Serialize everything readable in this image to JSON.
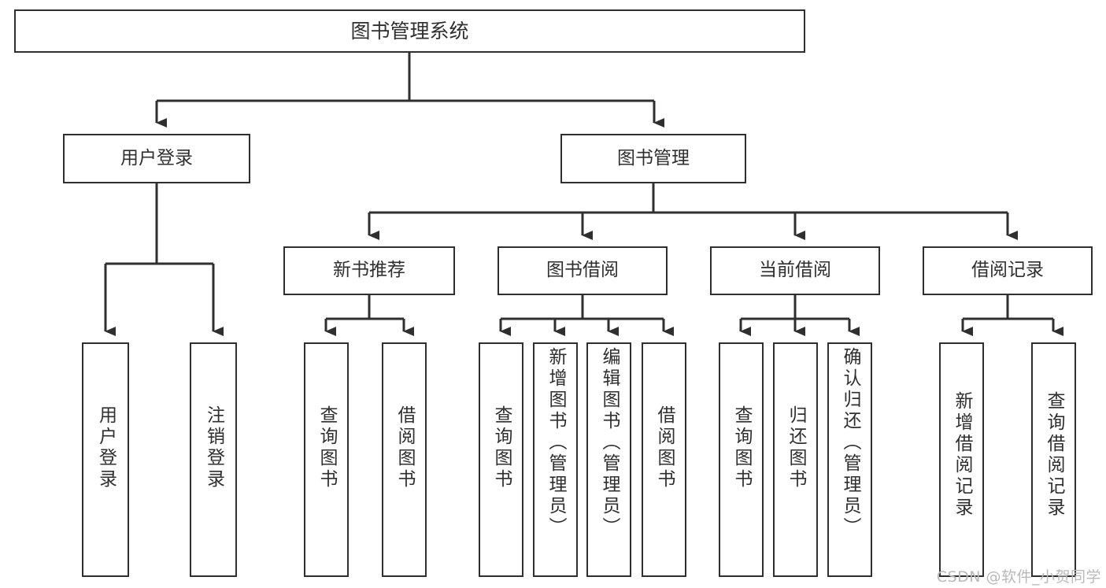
{
  "diagram": {
    "title": "图书管理系统",
    "type": "功能结构图",
    "watermark": "CSDN @软件_小贺同学",
    "colors": {
      "box_border": "#2f2f2f",
      "box_fill": "#ffffff",
      "text": "#2f2f2f",
      "connector": "#2f2f2f",
      "background": "#ffffff",
      "watermark": "#b9b9b9"
    },
    "root": {
      "label": "图书管理系统"
    },
    "level2": [
      {
        "id": "user-login",
        "label": "用户登录"
      },
      {
        "id": "book-manage",
        "label": "图书管理"
      }
    ],
    "level3": [
      {
        "id": "new-book-recommend",
        "label": "新书推荐"
      },
      {
        "id": "book-borrow",
        "label": "图书借阅"
      },
      {
        "id": "current-borrow",
        "label": "当前借阅"
      },
      {
        "id": "borrow-record",
        "label": "借阅记录"
      }
    ],
    "leaves": {
      "user_login": [
        {
          "id": "leaf-user-login",
          "label": "用户登录"
        },
        {
          "id": "leaf-logout-login",
          "label": "注销登录"
        }
      ],
      "new_book_recommend": [
        {
          "id": "leaf-query-book-1",
          "label": "查询图书"
        },
        {
          "id": "leaf-borrow-book-1",
          "label": "借阅图书"
        }
      ],
      "book_borrow": [
        {
          "id": "leaf-query-book-2",
          "label": "查询图书"
        },
        {
          "id": "leaf-add-book",
          "label": "新增图书（管理员）"
        },
        {
          "id": "leaf-edit-book",
          "label": "编辑图书（管理员）"
        },
        {
          "id": "leaf-borrow-book-2",
          "label": "借阅图书"
        }
      ],
      "current_borrow": [
        {
          "id": "leaf-query-book-3",
          "label": "查询图书"
        },
        {
          "id": "leaf-return-book",
          "label": "归还图书"
        },
        {
          "id": "leaf-confirm-return",
          "label": "确认归还（管理员）"
        }
      ],
      "borrow_record": [
        {
          "id": "leaf-add-record",
          "label": "新增借阅记录"
        },
        {
          "id": "leaf-query-record",
          "label": "查询借阅记录"
        }
      ]
    }
  }
}
